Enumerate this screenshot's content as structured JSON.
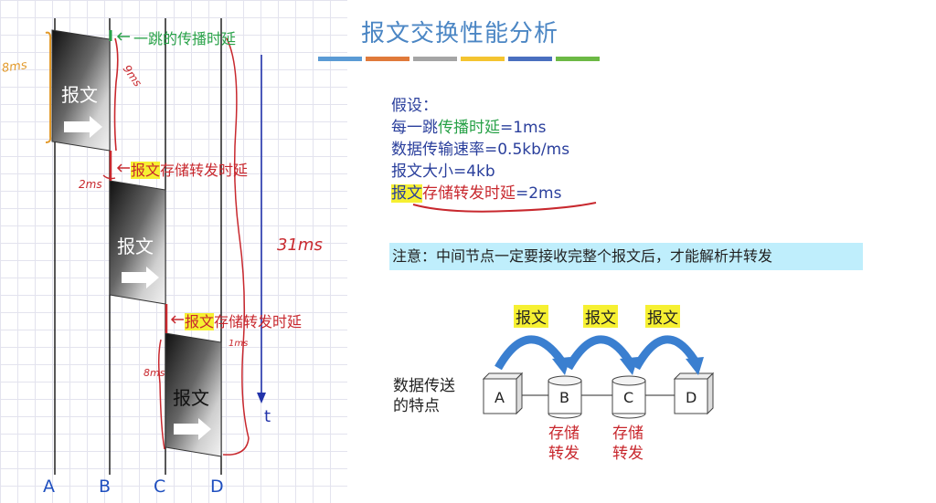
{
  "title": "报文交换性能分析",
  "title_bar_colors": [
    "#5b9bd5",
    "#e07a3a",
    "#a5a5a5",
    "#f4c430",
    "#4a6fbf",
    "#6cb945"
  ],
  "assumptions": {
    "heading": "假设：",
    "line1_prefix": "每一跳",
    "line1_highlight": "传播时延",
    "line1_suffix": "=1ms",
    "line2": "数据传输速率=0.5kb/ms",
    "line3": "报文大小=4kb",
    "line4_highlight": "报文",
    "line4_red": "存储转发时延",
    "line4_suffix": "=2ms"
  },
  "note": "注意：中间节点一定要接收完整个报文后，才能解析并转发",
  "timing": {
    "nodes": [
      "A",
      "B",
      "C",
      "D"
    ],
    "packet_label": "报文",
    "prop_label": "一跳的传播时延",
    "store_label_highlight": "报文",
    "store_label_suffix": "存储转发时延",
    "time_axis_label": "t",
    "annotations": [
      "8ms",
      "9ms",
      "2ms",
      "8ms",
      "1ms",
      "31ms"
    ]
  },
  "network": {
    "side_label_line1": "数据传送",
    "side_label_line2": "的特点",
    "nodes": [
      "A",
      "B",
      "C",
      "D"
    ],
    "arrow_label": "报文",
    "store_line1": "存储",
    "store_line2": "转发"
  },
  "colors": {
    "accent_blue": "#4b86c4",
    "text_blue": "#2a3f9c",
    "green": "#27a147",
    "red": "#c8282e",
    "highlight": "#f6f032",
    "note_bg": "#bfeefc",
    "node_label_blue": "#1f4fbf",
    "time_axis_blue": "#2233aa",
    "arrow_blue": "#3a7fd0"
  }
}
